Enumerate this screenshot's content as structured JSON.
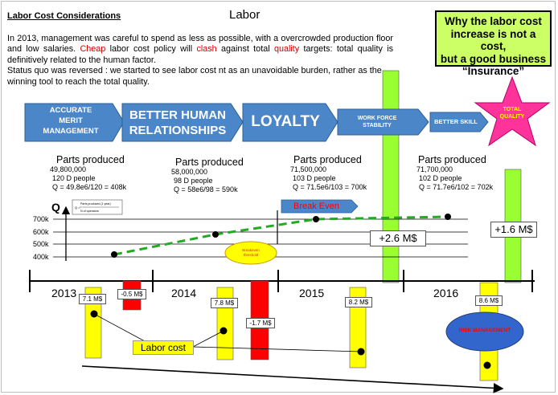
{
  "slide_title": "Labor Cost Considerations",
  "center_title": "Labor",
  "intro": {
    "p1_a": "In 2013, management was careful to spend as less as possible, with a overcrowded production floor and low salaries. ",
    "p1_cheap": "Cheap",
    "p1_b": " labor cost policy will ",
    "p1_clash": "clash",
    "p1_c": " against total ",
    "p1_quality": "quality",
    "p1_d": " targets: total quality is definitively related to the human factor.",
    "p2": "Status quo was reversed : we started to see labor cost nt as an unavoidable burden, rather as the winning tool to reach the total quality."
  },
  "insurance_box": {
    "line1": "Why the labor cost",
    "line2": "increase is not a cost,",
    "line3": "but a good business",
    "line4": "“Insurance”"
  },
  "stages": [
    {
      "line1": "ACCURATE",
      "line2": "MERIT",
      "line3": "MANAGEMENT"
    },
    {
      "line1": "BETTER HUMAN",
      "line2": "RELATIONSHIPS"
    },
    {
      "line1": "LOYALTY"
    },
    {
      "line1": "WORK FORCE",
      "line2": "STABILITY"
    },
    {
      "line1": "BETTER SKILL"
    }
  ],
  "star_label": {
    "line1": "TOTAL",
    "line2": "QUALITY"
  },
  "parts": [
    {
      "title": "Parts  produced",
      "amount": "49,800,000",
      "people": "120 D people",
      "q": "Q = 49.8e6/120 = 408k"
    },
    {
      "title": "Parts  produced",
      "amount": "58,000,000",
      "people": "98 D people",
      "q": "Q = 58e6/98 = 590k"
    },
    {
      "title": "Parts  produced",
      "amount": "71,500,000",
      "people": "103 D people",
      "q": "Q = 71.5e6/103 = 700k"
    },
    {
      "title": "Parts  produced",
      "amount": "71,700,000",
      "people": "102 D people",
      "q": "Q = 71.7e6/102 = 702k"
    }
  ],
  "q_axis": {
    "label": "Q",
    "ticks": [
      "700k",
      "600k",
      "500k",
      "400k"
    ]
  },
  "legend": {
    "line1": "Parts produced (1 year)",
    "line2": "N of operators"
  },
  "break_even": "Break Even",
  "bubble": {
    "line1": "Breakeven",
    "line2": "threshold"
  },
  "years": [
    "2013",
    "2014",
    "2015",
    "2016"
  ],
  "cost_labels": [
    "7.1 M$",
    "-0.5 M$",
    "7.8 M$",
    "-1.7 M$",
    "8.2 M$",
    "8.6 M$"
  ],
  "green_labels": [
    "+2.6 M$",
    "+1.6 M$"
  ],
  "labor_cost": "Labor cost",
  "risk": "RISK MANAGEMENT",
  "colors": {
    "stage_blue": "#4a86c8",
    "green": "#99ff33",
    "yellow": "#ffff00",
    "red": "#ff0000",
    "dashed_green": "#22aa22"
  }
}
